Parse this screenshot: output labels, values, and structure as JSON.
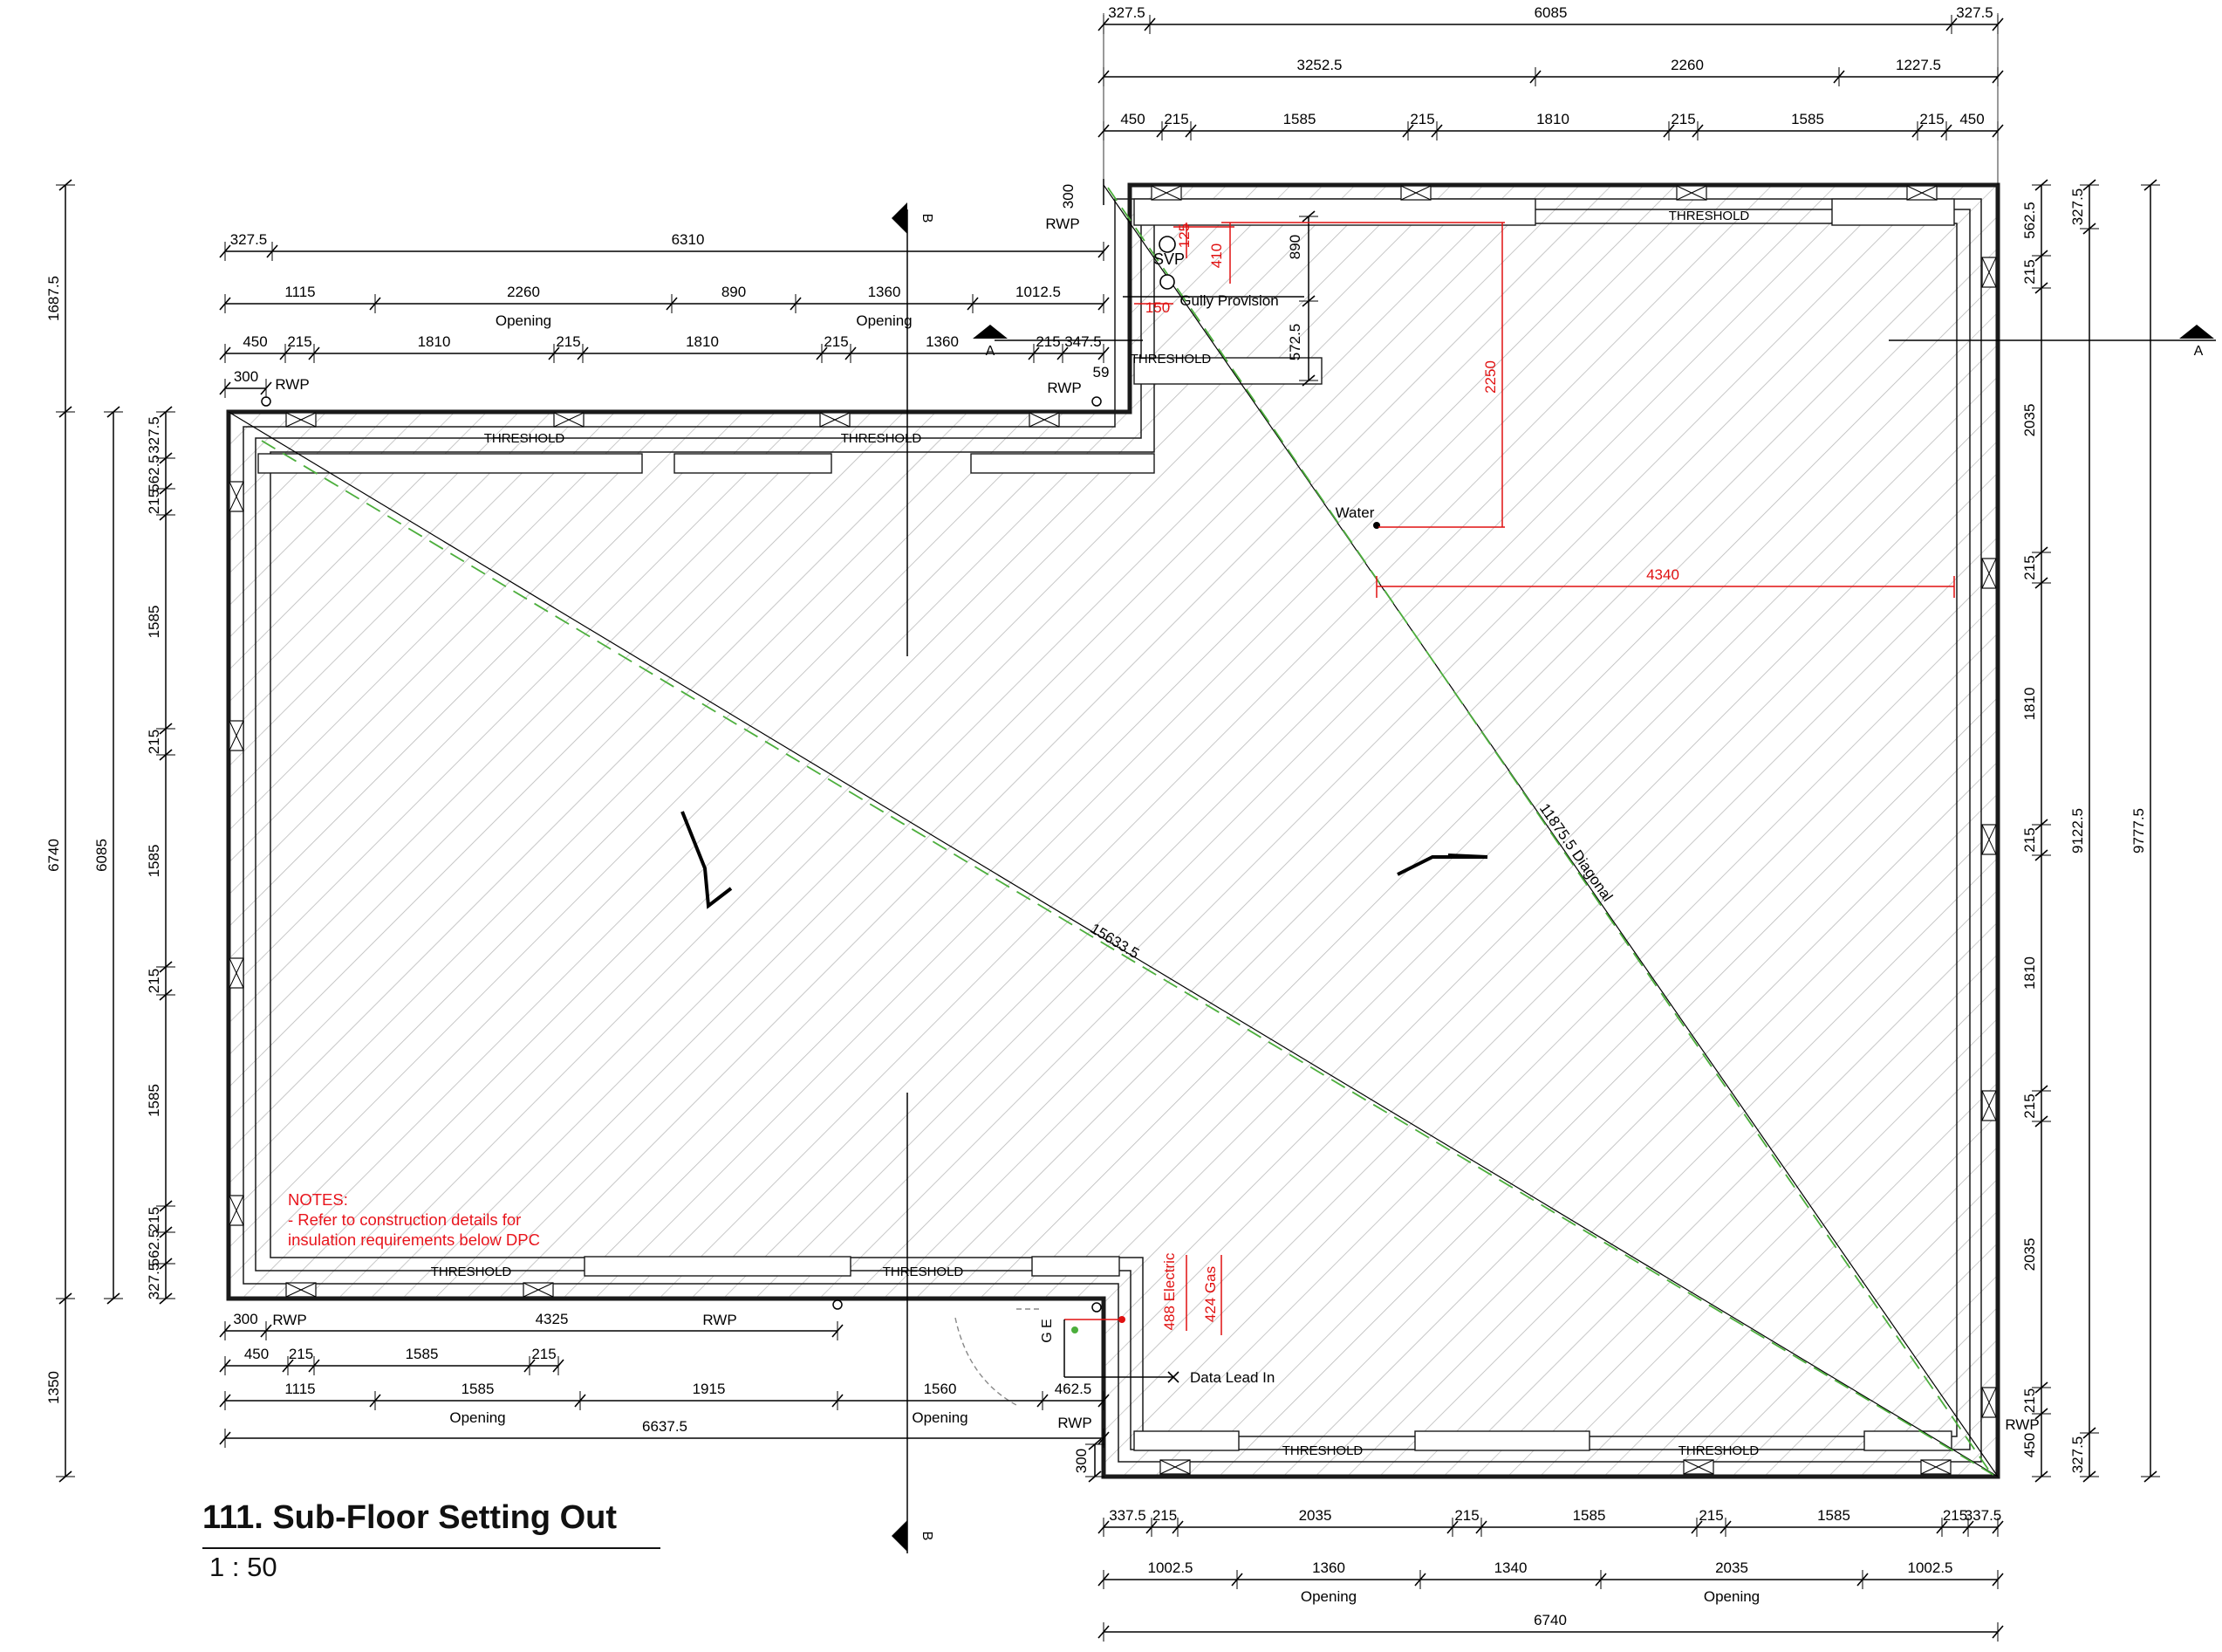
{
  "drawing": {
    "title": "111. Sub-Floor Setting Out",
    "scale": "1 : 50",
    "notes": {
      "heading": "NOTES:",
      "lines": [
        "- Refer to construction details for",
        "insulation requirements below DPC"
      ]
    }
  },
  "colors": {
    "line": "#1a1a1a",
    "hatch": "#b8b8b8",
    "red": "#e01010",
    "green": "#4cae3c"
  },
  "dims": {
    "top1": [
      "327.5",
      "6085",
      "327.5"
    ],
    "top2": [
      "3252.5",
      "2260",
      "1227.5"
    ],
    "top3": [
      "450",
      "215",
      "1585",
      "215",
      "1810",
      "215",
      "1585",
      "215",
      "450"
    ],
    "left1": [
      "327.5",
      "6310"
    ],
    "left2": [
      "1115",
      "2260",
      "890",
      "1360",
      "1012.5"
    ],
    "left3": [
      "450",
      "215",
      "1810",
      "215",
      "1810",
      "215",
      "1360",
      "215",
      "347.5"
    ],
    "bot_left1": [
      "300",
      "4325"
    ],
    "bot_left2": [
      "450",
      "215",
      "1585",
      "215"
    ],
    "bot_left3": [
      "1115",
      "1585",
      "1915",
      "1560",
      "462.5"
    ],
    "bot_left4": "6637.5",
    "bot_right1": [
      "337.5",
      "215",
      "2035",
      "215",
      "1585",
      "215",
      "1585",
      "215",
      "337.5"
    ],
    "bot_right2": [
      "1002.5",
      "1360",
      "1340",
      "2035",
      "1002.5"
    ],
    "bot_right3": "6740",
    "left_outer": [
      "1687.5",
      "6740",
      "1350"
    ],
    "left_mid": "6085",
    "left_inner": [
      "327.5",
      "562.5",
      "215",
      "1585",
      "215",
      "1585",
      "215",
      "1585",
      "215",
      "562.5",
      "327.5"
    ],
    "right_inner": [
      "562.5",
      "215",
      "2035",
      "215",
      "1810",
      "215",
      "1810",
      "215",
      "2035",
      "215",
      "450"
    ],
    "right_mid": [
      "327.5",
      "9122.5",
      "327.5"
    ],
    "right_outer": "9777.5",
    "small": [
      "300",
      "59",
      "300"
    ]
  },
  "labels": {
    "opening": "Opening",
    "threshold": "THRESHOLD",
    "rwp": "RWP",
    "svp": "SVP",
    "gully": "Gully Provision",
    "water": "Water",
    "data_lead": "Data Lead In",
    "ge": "G E",
    "section_a": "A",
    "section_b": "B",
    "diag1": "15633.5",
    "diag2": "11875.5 Diagonal"
  },
  "services": {
    "svp_offsets": [
      "125",
      "410"
    ],
    "svp_dim": "150",
    "gully_depth": [
      "890",
      "572.5"
    ],
    "water_dim_v": "2250",
    "water_dim_h": "4340",
    "electric": "488 Electric",
    "gas": "424 Gas"
  }
}
